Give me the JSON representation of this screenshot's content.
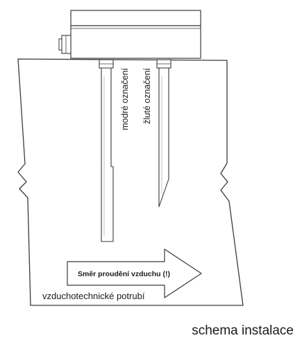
{
  "labels": {
    "probe_blue": "modré označení",
    "probe_yellow": "žluté označení",
    "flow_direction": "Směr proudění vzduchu (!)",
    "duct": "vzduchotechnické potrubí"
  },
  "caption": "schema instalace"
}
